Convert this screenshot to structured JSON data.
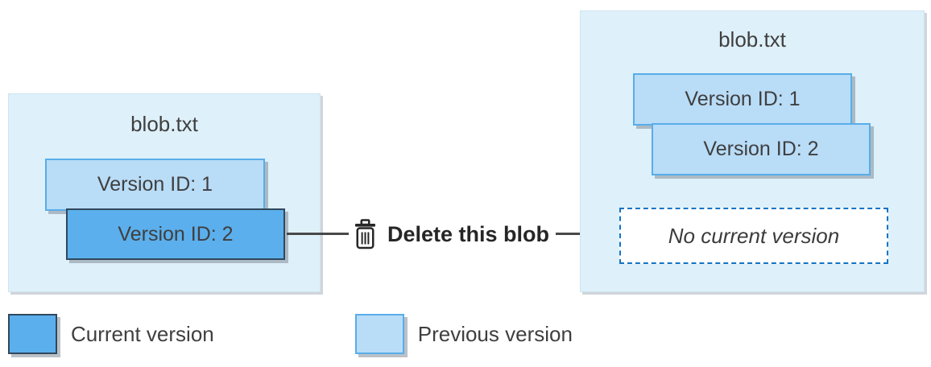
{
  "before_blob": {
    "title": "blob.txt",
    "versions": [
      {
        "label": "Version ID: 1",
        "state": "previous"
      },
      {
        "label": "Version ID: 2",
        "state": "current"
      }
    ]
  },
  "action": {
    "label": "Delete this blob",
    "icon": "trash-icon"
  },
  "after_blob": {
    "title": "blob.txt",
    "versions": [
      {
        "label": "Version ID: 1",
        "state": "previous"
      },
      {
        "label": "Version ID: 2",
        "state": "previous"
      }
    ],
    "current_placeholder": "No current version"
  },
  "legend": {
    "items": [
      {
        "label": "Current version",
        "color": "#5bafec"
      },
      {
        "label": "Previous version",
        "color": "#b9dcf7"
      }
    ]
  },
  "colors": {
    "container_fill": "#def0f9",
    "container_border": "#cde5f2",
    "previous_fill": "#b9dcf7",
    "previous_border": "#58ade9",
    "current_fill": "#5bafec",
    "current_border": "#30475c",
    "dashed_border": "#1474c4",
    "arrow": "#47484a",
    "text": "#3f3f3f"
  }
}
